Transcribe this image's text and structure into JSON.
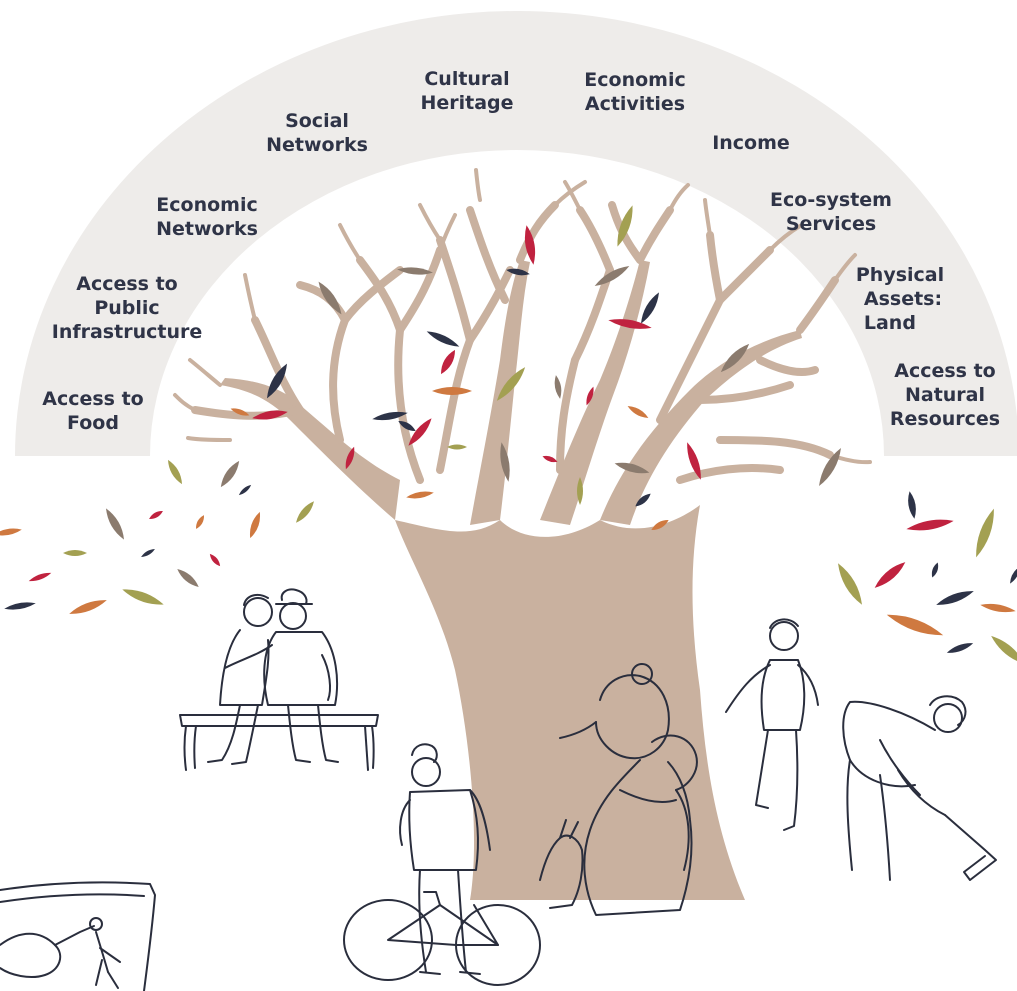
{
  "colors": {
    "arc_band": "#eeecea",
    "tree": "#c9b19f",
    "tree_dark": "#bba390",
    "leaf_red": "#c0223f",
    "leaf_navy": "#2d3347",
    "leaf_olive": "#a3a052",
    "leaf_orange": "#cf7940",
    "leaf_taupe": "#8b7b6e",
    "label_text": "#2f3447",
    "line_art": "#2a2e3d"
  },
  "arc_labels": {
    "food": [
      "Access to",
      "Food"
    ],
    "public_infrastructure": [
      "Access to",
      "Public",
      "Infrastructure"
    ],
    "economic_networks": [
      "Economic",
      "Networks"
    ],
    "social_networks": [
      "Social",
      "Networks"
    ],
    "cultural_heritage": [
      "Cultural",
      "Heritage"
    ],
    "economic_activities": [
      "Economic",
      "Activities"
    ],
    "income": [
      "Income"
    ],
    "ecosystem_services": [
      "Eco-system",
      "Services"
    ],
    "physical_assets": [
      "Physical",
      "Assets:",
      "Land"
    ],
    "natural_resources": [
      "Access to",
      "Natural",
      "Resources"
    ]
  },
  "illustrations": [
    "tree",
    "falling-leaves",
    "couple-on-bench",
    "man-with-bicycle",
    "woman-carrying-child",
    "running-child",
    "farmer-with-hoe",
    "fisherman-sketch"
  ]
}
